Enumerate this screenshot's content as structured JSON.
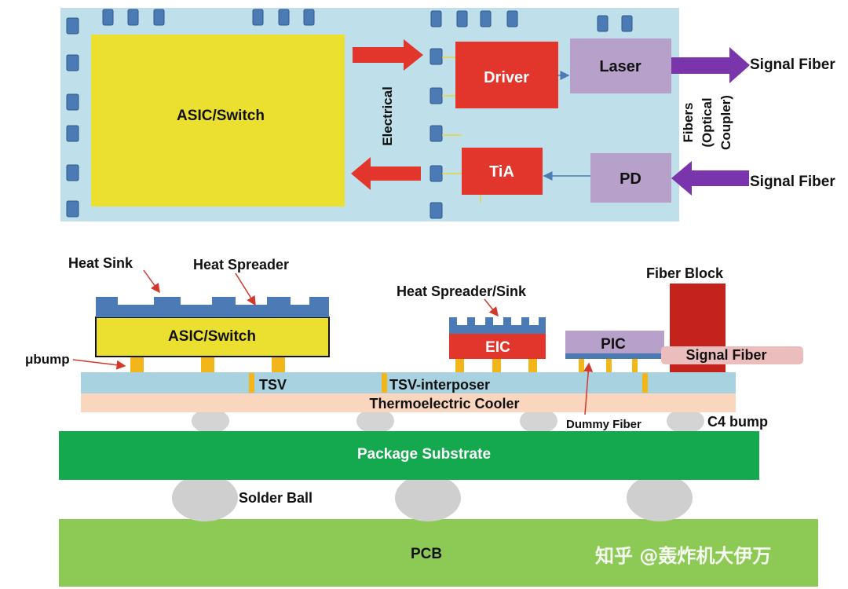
{
  "colors": {
    "panel": "#BFE0EA",
    "pad": "#4B7AB5",
    "asic": "#EBE030",
    "driver": "#E2352C",
    "laser": "#B7A0CA",
    "fiber_arrow": "#7B35AC",
    "substrate": "#14A94E",
    "pcb": "#8CCA55",
    "interposer": "#A8D2E0",
    "cooler": "#FAD6BF",
    "bump": "#F2B51A",
    "ball": "#CFCFCF",
    "fiber_block": "#C4221C",
    "signal_fiber": "#ECBDBD"
  },
  "top_view": {
    "asic_label": "ASIC/Switch",
    "electrical_label": "Electrical",
    "driver_label": "Driver",
    "tia_label": "TiA",
    "laser_label": "Laser",
    "pd_label": "PD",
    "fibers_label_lines": [
      "Fibers",
      "(Optical",
      "Coupler)"
    ],
    "signal_fiber_out": "Signal Fiber",
    "signal_fiber_in": "Signal Fiber"
  },
  "cross_section": {
    "heat_sink": "Heat Sink",
    "heat_spreader": "Heat Spreader",
    "asic_label": "ASIC/Switch",
    "ubump": "μbump",
    "heat_spreader_sink": "Heat Spreader/Sink",
    "eic": "EIC",
    "pic": "PIC",
    "fiber_block": "Fiber Block",
    "signal_fiber": "Signal Fiber",
    "tsv": "TSV",
    "tsv_interposer": "TSV-interposer",
    "cooler": "Thermoelectric Cooler",
    "dummy_fiber": "Dummy Fiber",
    "c4_bump": "C4 bump",
    "package_substrate": "Package Substrate",
    "solder_ball": "Solder Ball",
    "pcb": "PCB"
  },
  "watermark": "知乎 @轰炸机大伊万"
}
